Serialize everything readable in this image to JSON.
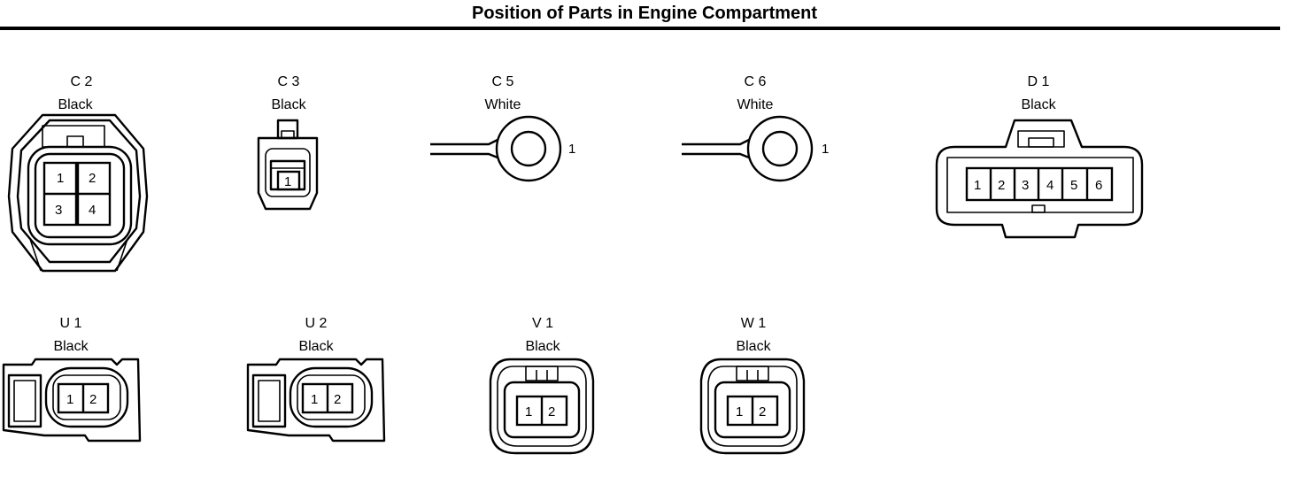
{
  "page_title": "Position of Parts in Engine Compartment",
  "connectors": [
    {
      "id": "C 2",
      "color": "Black",
      "pins": [
        "1",
        "2",
        "3",
        "4"
      ]
    },
    {
      "id": "C 3",
      "color": "Black",
      "pins": [
        "1"
      ]
    },
    {
      "id": "C 5",
      "color": "White",
      "pins": [
        "1"
      ]
    },
    {
      "id": "C 6",
      "color": "White",
      "pins": [
        "1"
      ]
    },
    {
      "id": "D 1",
      "color": "Black",
      "pins": [
        "1",
        "2",
        "3",
        "4",
        "5",
        "6"
      ]
    },
    {
      "id": "U 1",
      "color": "Black",
      "pins": [
        "1",
        "2"
      ]
    },
    {
      "id": "U 2",
      "color": "Black",
      "pins": [
        "1",
        "2"
      ]
    },
    {
      "id": "V 1",
      "color": "Black",
      "pins": [
        "1",
        "2"
      ]
    },
    {
      "id": "W 1",
      "color": "Black",
      "pins": [
        "1",
        "2"
      ]
    }
  ]
}
